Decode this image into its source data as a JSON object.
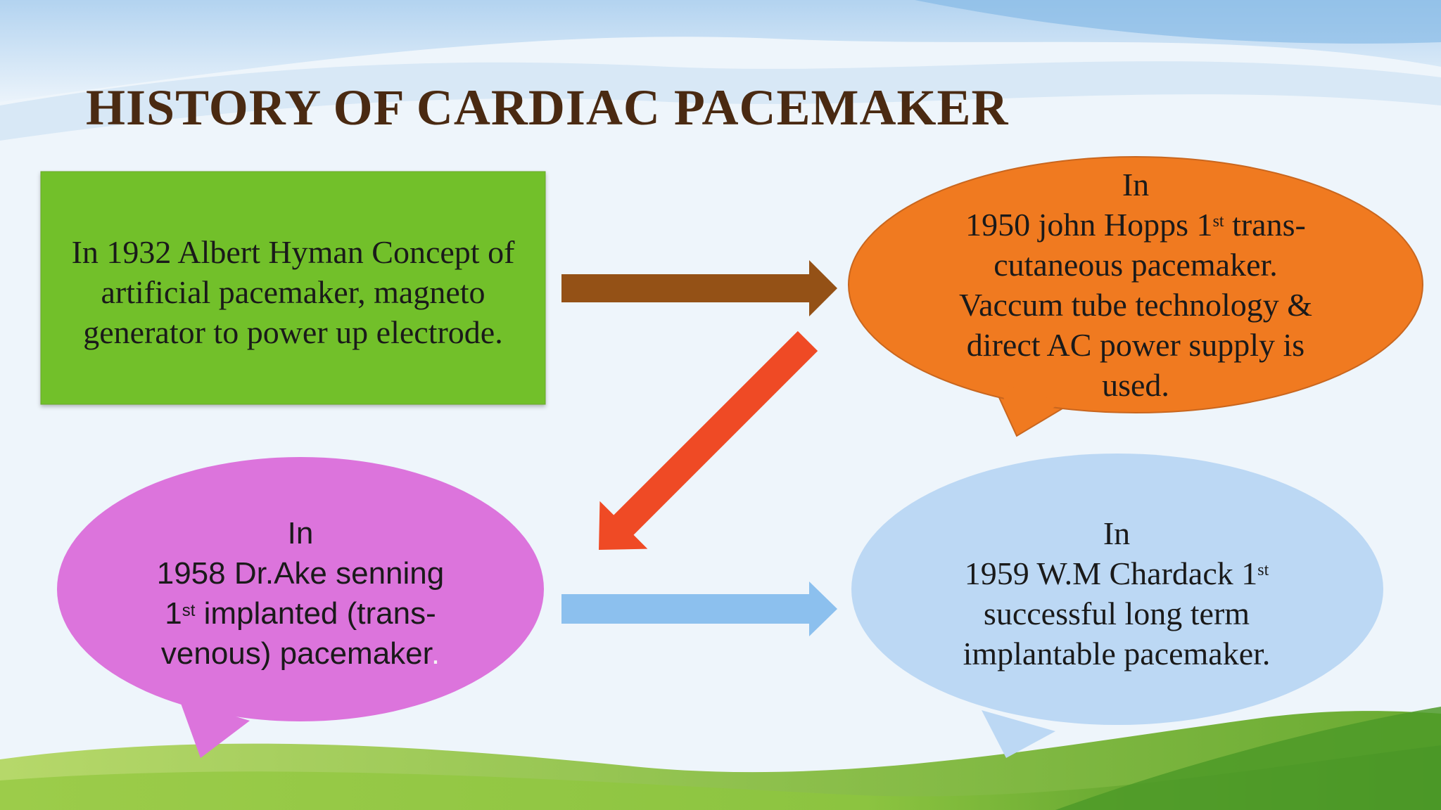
{
  "title": "HISTORY OF CARDIAC PACEMAKER",
  "colors": {
    "green_box": "#72c02a",
    "orange_bubble": "#f07a20",
    "pink_bubble": "#dc74dc",
    "blue_bubble": "#bcd8f4",
    "brown_arrow": "#945116",
    "red_arrow": "#ef4a25",
    "blue_arrow": "#8cc0ee",
    "title_color": "#4a2a12"
  },
  "box_1932": {
    "line1": "In 1932  Albert Hyman Concept of",
    "line2": "artificial pacemaker, magneto",
    "line3": "generator to power up electrode."
  },
  "bubble_1950": {
    "line1": "In",
    "line2_pre": "1950  john Hopps 1",
    "line2_sup": "st",
    "line2_post": " trans-",
    "line3": "cutaneous pacemaker.",
    "line4": "Vaccum tube technology &",
    "line5": "direct AC power supply is",
    "line6": "used."
  },
  "bubble_1958": {
    "line1": "In",
    "line2": "1958 Dr.Ake senning",
    "line3_pre": "1",
    "line3_sup": "st",
    "line3_post": " implanted (trans-",
    "line4": "venous) pacemaker",
    "line4_dot": "."
  },
  "bubble_1959": {
    "line1": "In",
    "line2_pre": "1959 W.M Chardack 1",
    "line2_sup": "st",
    "line3": "successful long term",
    "line4": "implantable pacemaker."
  }
}
